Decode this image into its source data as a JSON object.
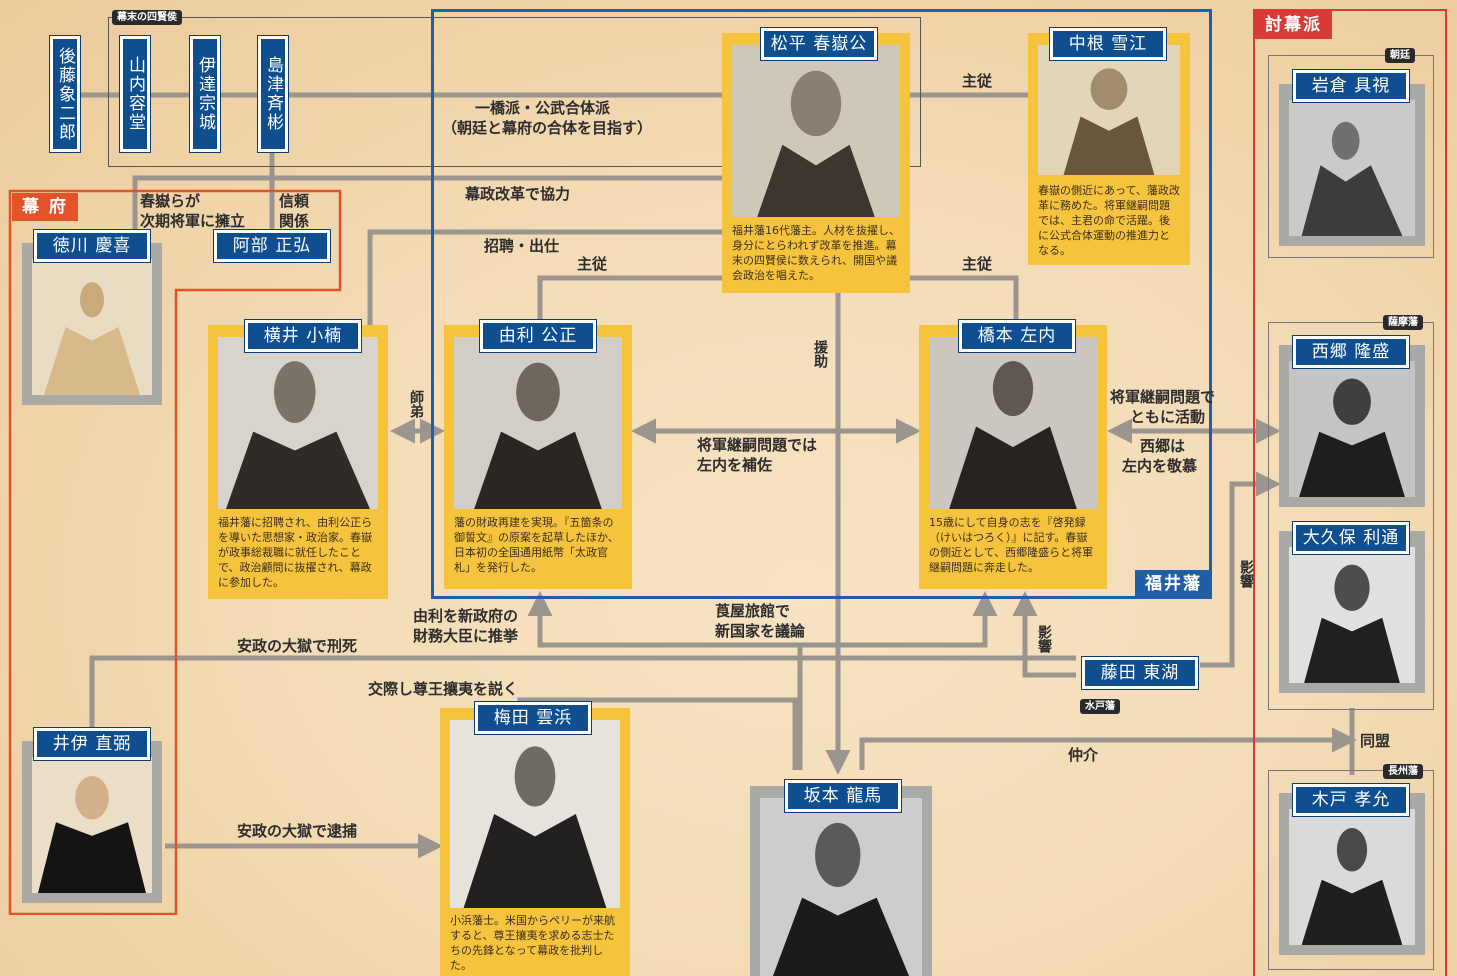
{
  "groups": {
    "shogunate": "幕 府",
    "fukui": "福井藩",
    "tobaku": "討幕派",
    "kenko": "幕末の四賢侯",
    "chotei": "朝廷",
    "satsuma": "薩摩藩",
    "choshu": "長州藩",
    "mito": "水戸藩"
  },
  "kenko_members": [
    "後藤象二郎",
    "山内容堂",
    "伊達宗城",
    "島津斉彬"
  ],
  "people": {
    "matsudaira": {
      "name": "松平 春嶽公",
      "desc": "福井藩16代藩主。人材を抜擢し、身分にとらわれず改革を推進。幕末の四賢侯に数えられ、開国や議会政治を唱えた。"
    },
    "nakane": {
      "name": "中根 雪江",
      "desc": "春嶽の側近にあって、藩政改革に務めた。将軍継嗣問題では、主君の命で活躍。後に公式合体運動の推進力となる。"
    },
    "iwakura": {
      "name": "岩倉 具視"
    },
    "tokugawa": {
      "name": "徳川 慶喜"
    },
    "abe": {
      "name": "阿部 正弘"
    },
    "yokoi": {
      "name": "横井 小楠",
      "desc": "福井藩に招聘され、由利公正らを導いた思想家・政治家。春嶽が政事総裁職に就任したことで、政治顧問に抜擢され、幕政に参加した。"
    },
    "yuri": {
      "name": "由利 公正",
      "desc": "藩の財政再建を実現。『五箇条の御誓文』の原案を起草したほか、日本初の全国通用紙幣「太政官札」を発行した。"
    },
    "hashimoto": {
      "name": "橋本 左内",
      "desc": "15歳にして自身の志を『啓発録（けいはつろく）』に記す。春嶽の側近として、西郷隆盛らと将軍継嗣問題に奔走した。"
    },
    "saigo": {
      "name": "西郷 隆盛"
    },
    "okubo": {
      "name": "大久保 利通"
    },
    "fujita": {
      "name": "藤田 東湖"
    },
    "ii": {
      "name": "井伊 直弼"
    },
    "umeda": {
      "name": "梅田 雲浜",
      "desc": "小浜藩士。米国からペリーが来航すると、尊王攘夷を求める志士たちの先鋒となって幕政を批判した。"
    },
    "sakamoto": {
      "name": "坂本 龍馬"
    },
    "kido": {
      "name": "木戸 孝允"
    }
  },
  "labels": {
    "hitotsubashi": "一橋派・公武合体派",
    "hitotsubashi_sub": "（朝廷と幕府の合体を目指す）",
    "shujuu1": "主従",
    "shujuu2": "主従",
    "shujuu3": "主従",
    "bakusei": "幕政改革で協力",
    "shouhei": "招聘・出仕",
    "shunkaku_yougo_1": "春嶽らが",
    "shunkaku_yougo_2": "次期将軍に擁立",
    "shinrai_1": "信頼",
    "shinrai_2": "関係",
    "shitei": "師弟",
    "enjo": "援助",
    "shogun_hosa_1": "将軍継嗣問題では",
    "shogun_hosa_2": "左内を補佐",
    "shogun_katsudo_1": "将軍継嗣問題で",
    "shogun_katsudo_2": "ともに活動",
    "saigo_kei_1": "西郷は",
    "saigo_kei_2": "左内を敬慕",
    "eikyo1": "影響",
    "eikyo2": "影響",
    "yuri_suisen_1": "由利を新政府の",
    "yuri_suisen_2": "財務大臣に推挙",
    "tabikan_1": "莨屋旅館で",
    "tabikan_2": "新国家を議論",
    "ansei_keishi": "安政の大獄で刑死",
    "koosai": "交際し尊王攘夷を説く",
    "ansei_taiho": "安政の大獄で逮捕",
    "chukai": "仲介",
    "doumei": "同盟"
  },
  "colors": {
    "navy": "#0f4f8f",
    "fukui_border": "#1f5fa8",
    "shogunate": "#e2532a",
    "tobaku": "#d83a3a",
    "line": "#9a968f",
    "card_yellow": "#f6c33c",
    "card_gray": "#a9aaa6"
  }
}
